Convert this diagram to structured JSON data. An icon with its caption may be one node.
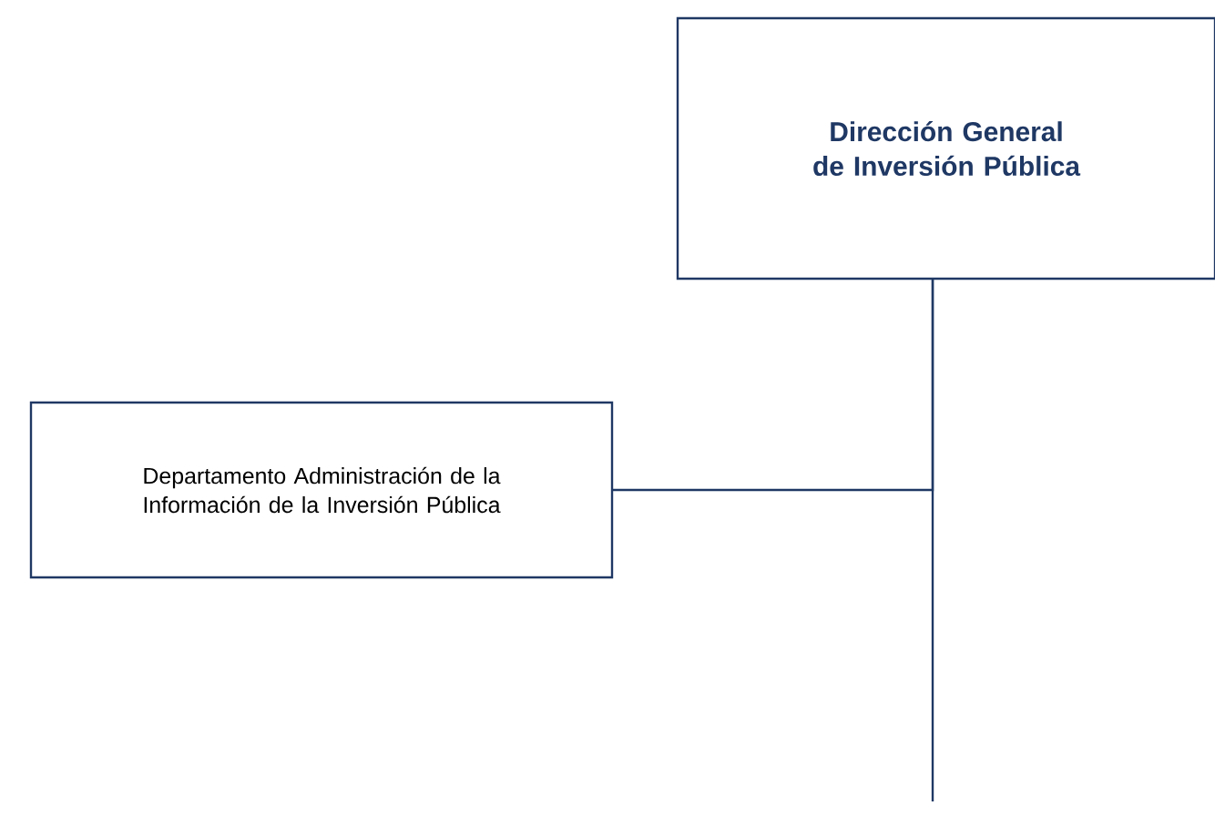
{
  "diagram": {
    "nodes": [
      {
        "text": [
          "Dirección General de Inversión Pública"
        ]
      },
      {
        "text": [
          "Departamento Administración de la Información de la Inversión Pública"
        ]
      }
    ],
    "edges": [
      {
        "from": 1,
        "to": 0,
        "arrow": "none"
      },
      {
        "from": 0,
        "to": null,
        "arrow": "none"
      }
    ]
  }
}
